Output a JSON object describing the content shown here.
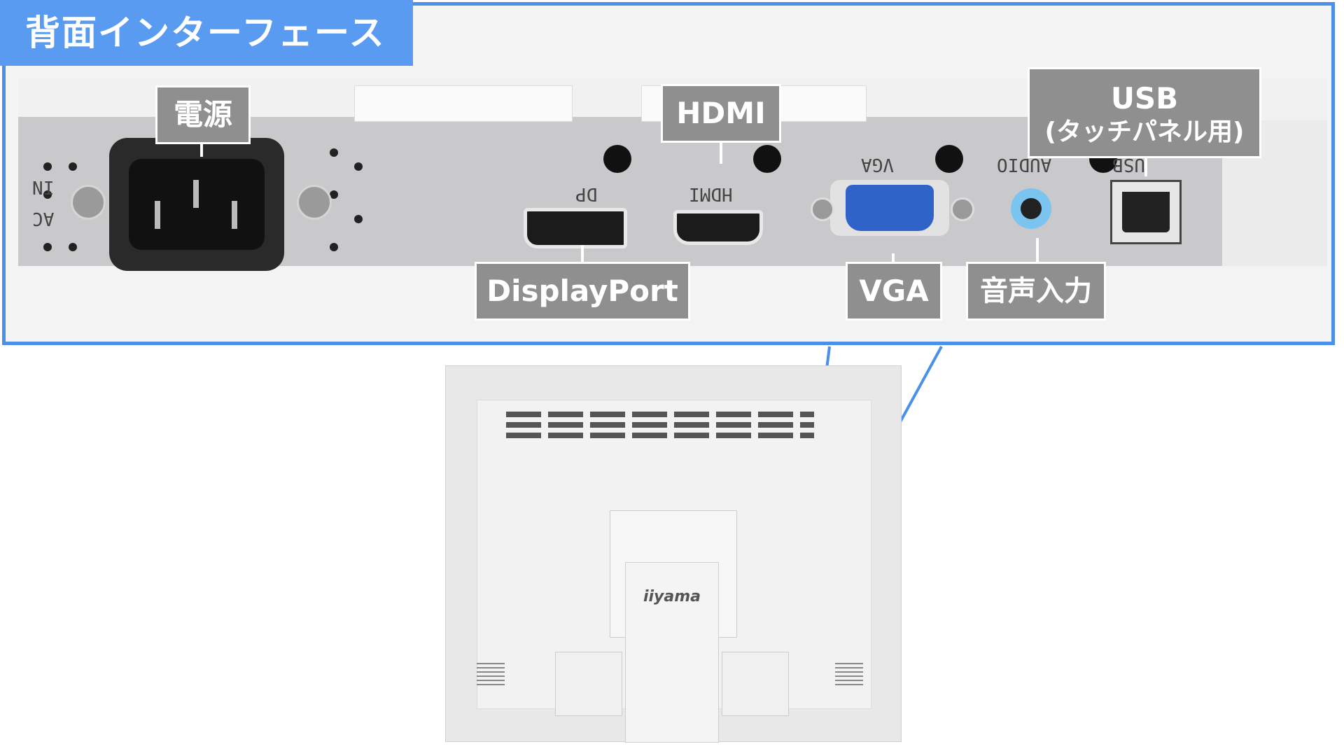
{
  "title": "背面インターフェース",
  "labels": {
    "power": "電源",
    "hdmi": "HDMI",
    "usb_line1": "USB",
    "usb_line2": "(タッチパネル用)",
    "displayport": "DisplayPort",
    "vga": "VGA",
    "audio_in": "音声入力"
  },
  "silkscreen": {
    "dp": "DP",
    "hdmi": "HDMI",
    "vga": "VGA",
    "audio": "AUDIO",
    "usb": "USB",
    "ac": "AC",
    "in": "IN"
  },
  "brand": "iiyama",
  "colors": {
    "accent_blue": "#4a90e8",
    "title_blue": "#5a9bf2",
    "label_gray": "#8f8f8f",
    "vga_blue": "#2f63c8",
    "audio_blue": "#7cc4f0"
  }
}
